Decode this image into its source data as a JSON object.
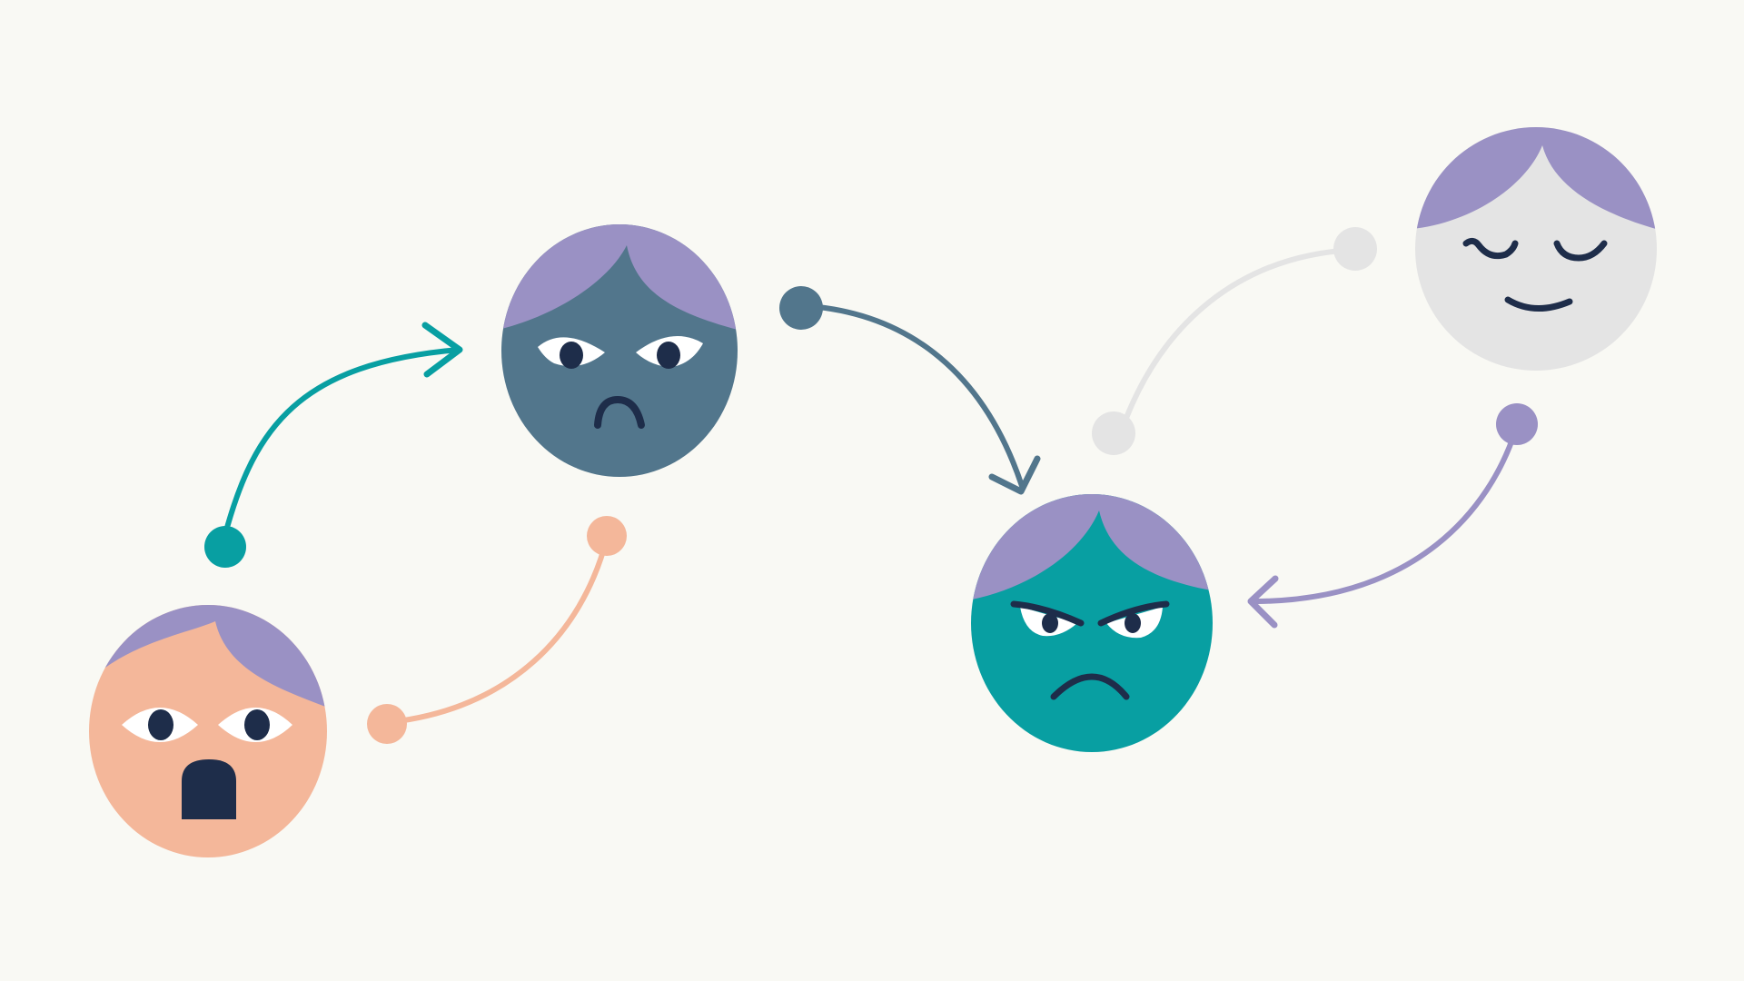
{
  "colors": {
    "background": "#f9f9f4",
    "hair": "#9a91c4",
    "ink": "#1e2d4a",
    "eye_white": "#ffffff",
    "scared_face": "#f4b79a",
    "sad_face": "#52768c",
    "angry_face": "#089fa2",
    "calm_face": "#e4e4e4",
    "arrow_teal": "#089fa2",
    "arrow_slate": "#52768c",
    "arrow_peach": "#f4b79a",
    "arrow_lavender": "#9a91c4",
    "arrow_gray": "#e4e4e4"
  },
  "faces": [
    {
      "name": "scared-face",
      "expression": "scared"
    },
    {
      "name": "sad-face",
      "expression": "sad"
    },
    {
      "name": "angry-face",
      "expression": "angry"
    },
    {
      "name": "calm-face",
      "expression": "calm"
    }
  ],
  "connectors": [
    {
      "name": "arrow-scared-to-sad",
      "color_key": "arrow_teal",
      "arrowhead": true
    },
    {
      "name": "connector-scared-sad-loop",
      "color_key": "arrow_peach",
      "arrowhead": false
    },
    {
      "name": "arrow-sad-to-angry",
      "color_key": "arrow_slate",
      "arrowhead": true
    },
    {
      "name": "arrow-calm-to-angry",
      "color_key": "arrow_lavender",
      "arrowhead": true
    },
    {
      "name": "connector-calm-faded",
      "color_key": "arrow_gray",
      "arrowhead": false
    }
  ]
}
